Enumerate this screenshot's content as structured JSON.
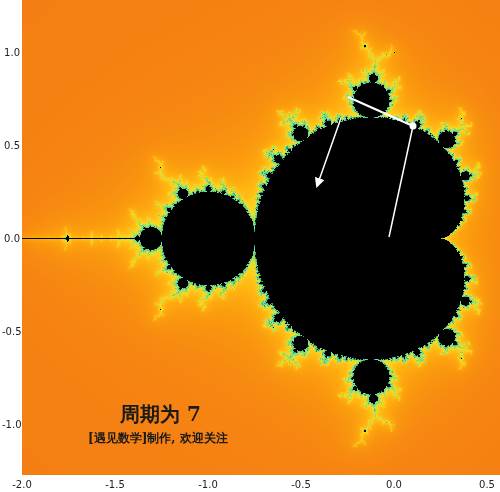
{
  "diagram": {
    "title": "周期为 7",
    "labels": [
      "1.0",
      "0.5",
      "0.0",
      "-0.5",
      "-1.0",
      "-2.0",
      "-1.5",
      "-1.0",
      "-0.5",
      "0.0",
      "0.5",
      "[遇见数学]制作, 欢迎关注"
    ]
  }
}
